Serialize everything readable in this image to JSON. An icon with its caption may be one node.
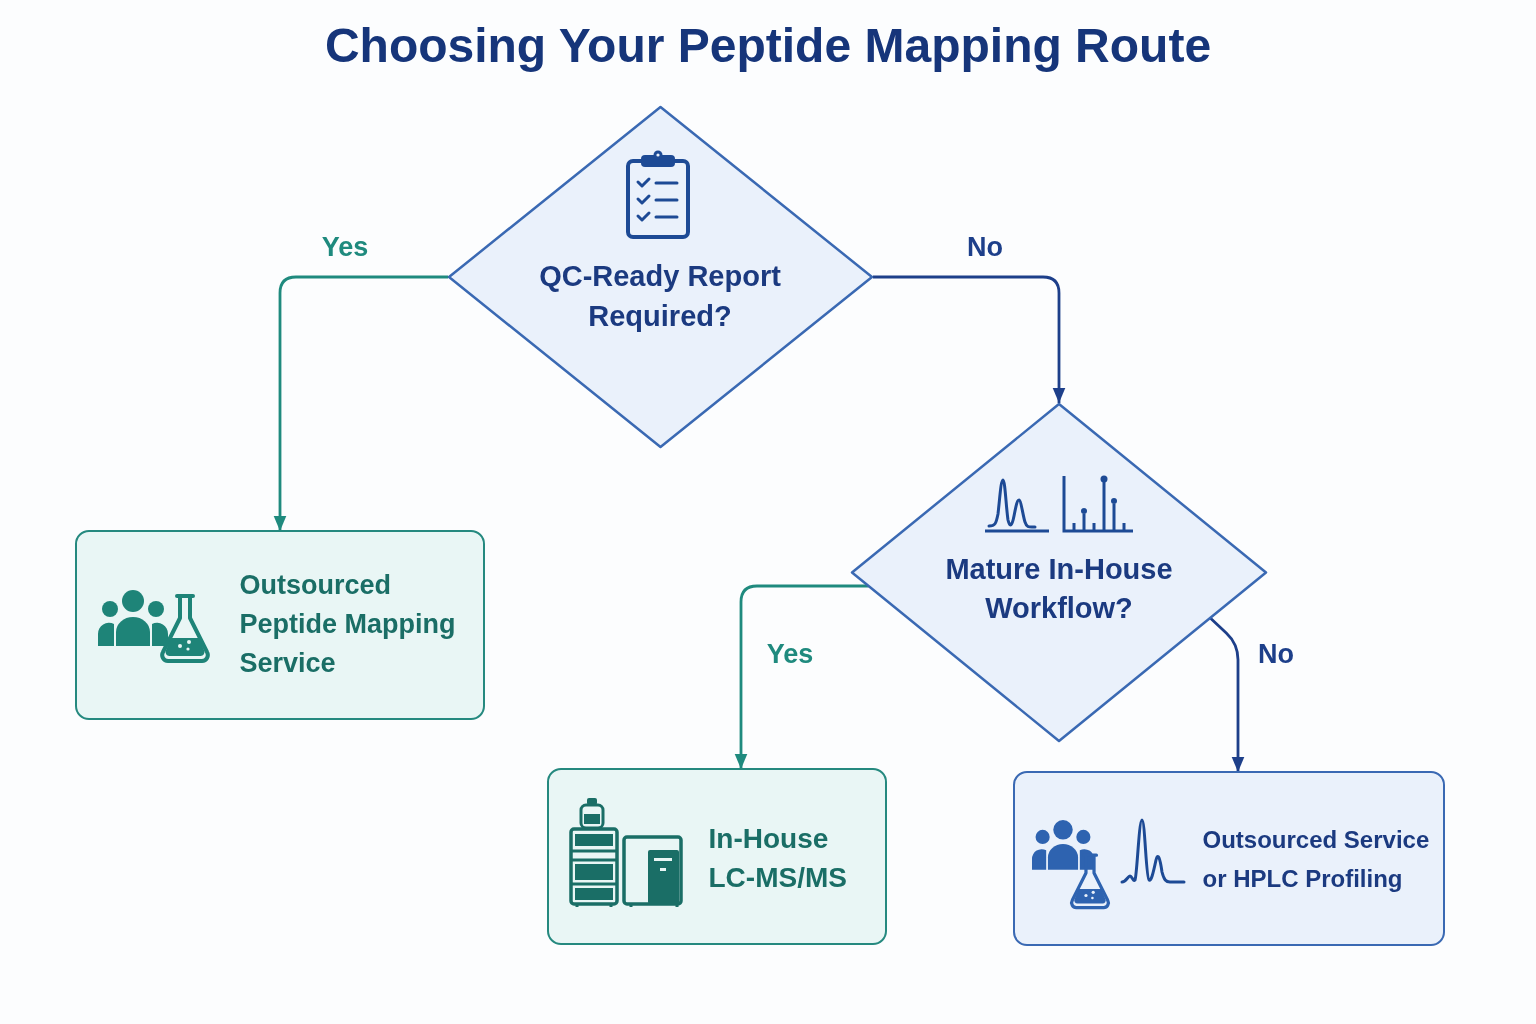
{
  "diagram": {
    "title": "Choosing Your Peptide Mapping Route",
    "nodes": [
      {
        "text": [
          "QC-Ready Report Required?"
        ]
      },
      {
        "text": [
          "Outsourced Peptide Mapping Service"
        ]
      },
      {
        "text": [
          "Mature In-House Workflow?"
        ]
      },
      {
        "text": [
          "In-House LC-MS/MS"
        ]
      },
      {
        "text": [
          "Outsourced Service or HPLC Profiling"
        ]
      }
    ],
    "edges": [
      {
        "from": 0,
        "to": 1,
        "arrow": "to",
        "label": "Yes",
        "color": "#1f8a7e"
      },
      {
        "from": 0,
        "to": 2,
        "arrow": "to",
        "label": "No",
        "color": "#1d3f8a"
      },
      {
        "from": 2,
        "to": 3,
        "arrow": "to",
        "label": "Yes",
        "color": "#1f8a7e"
      },
      {
        "from": 2,
        "to": 4,
        "arrow": "to",
        "label": "No",
        "color": "#1d3f8a"
      }
    ]
  }
}
